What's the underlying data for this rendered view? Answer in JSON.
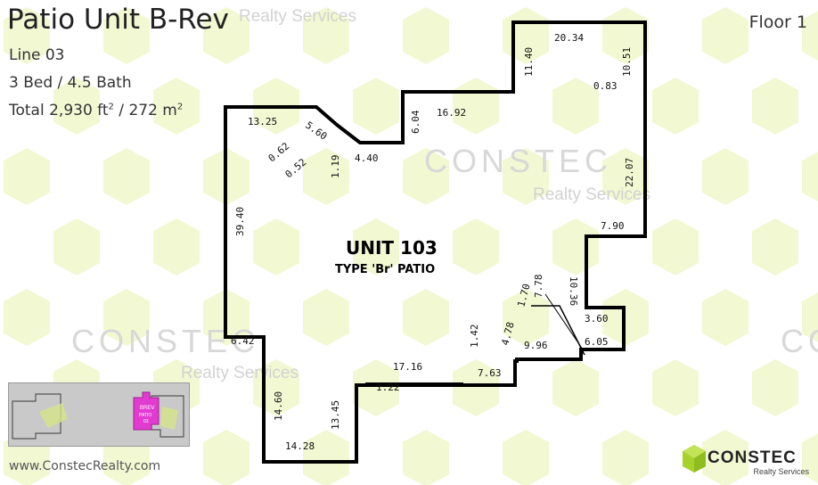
{
  "header": {
    "title": "Patio Unit B-Rev",
    "line": "Line 03",
    "beds_baths": "3 Bed / 4.5 Bath",
    "total_prefix": "Total 2,930 ft",
    "total_mid": " / 272 m",
    "sup": "2",
    "floor": "Floor 1"
  },
  "watermark": {
    "brand": "CONSTEC",
    "sub": "Realty Services"
  },
  "plan": {
    "unit_title": "UNIT 103",
    "unit_type": "TYPE 'Br' PATIO",
    "dims": [
      "20.34",
      "11.40",
      "10.51",
      "0.83",
      "16.92",
      "6.04",
      "13.25",
      "5.60",
      "0.62",
      "0.52",
      "1.19",
      "4.40",
      "39.40",
      "22.07",
      "7.90",
      "7.78",
      "1.70",
      "10.36",
      "3.60",
      "6.05",
      "9.96",
      "4.78",
      "1.42",
      "7.63",
      "17.16",
      "1.22",
      "6.42",
      "14.60",
      "13.45",
      "14.28"
    ]
  },
  "keyplan": {
    "label_line1": "BREV",
    "label_line2": "PATIO",
    "label_line3": "03"
  },
  "footer": {
    "website": "www.ConstecRealty.com",
    "logo_name": "CONSTEC",
    "logo_sub": "Realty Services"
  },
  "colors": {
    "hex_pattern": "#f2f8d2",
    "logo_green": "#a6d22c",
    "keyplan_highlight": "#e23bd0",
    "keyplan_green": "#d7e58a"
  }
}
